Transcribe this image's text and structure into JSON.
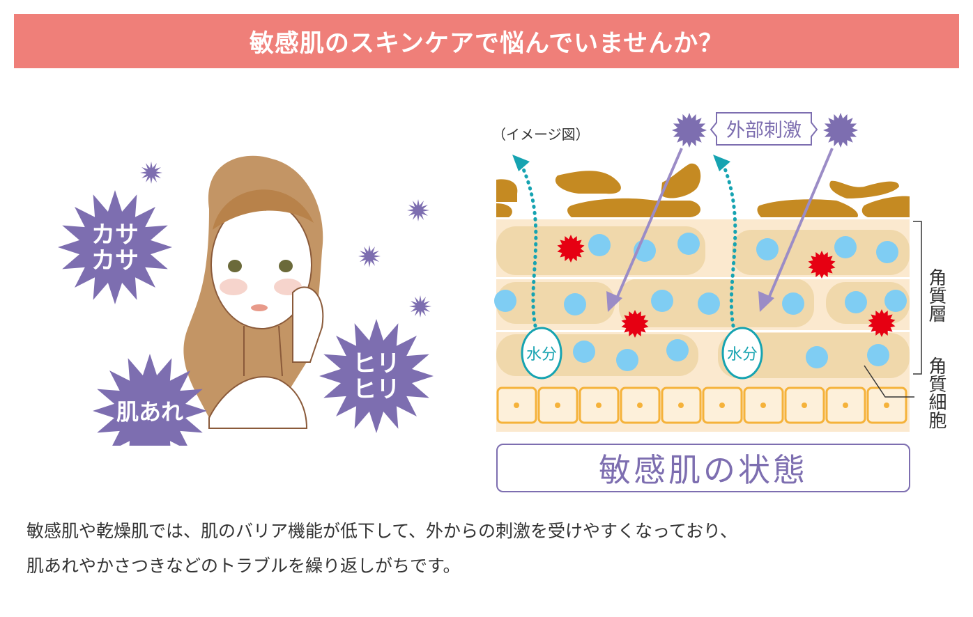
{
  "header": {
    "title": "敏感肌のスキンケアで悩んでいませんか？"
  },
  "illustration": {
    "bursts": [
      {
        "label": "カサカサ"
      },
      {
        "label": "ヒリヒリ"
      },
      {
        "label": "肌あれ"
      }
    ]
  },
  "diagram": {
    "image_note": "（イメージ図）",
    "external_stimulus": "外部刺激",
    "moisture_label": "水分",
    "stratum_corneum": "角質層",
    "corneocyte": "角質細胞",
    "state_title": "敏感肌の状態"
  },
  "colors": {
    "header": "#ef7f79",
    "purple": "#7d6eb0",
    "teal": "#16a3b1",
    "red": "#e60012",
    "blue": "#7fcdf3",
    "sebum": "#c58a22"
  },
  "description": {
    "line1": "敏感肌や乾燥肌では、肌のバリア機能が低下して、外からの刺激を受けやすくなっており、",
    "line2": "肌あれやかさつきなどのトラブルを繰り返しがちです。"
  }
}
